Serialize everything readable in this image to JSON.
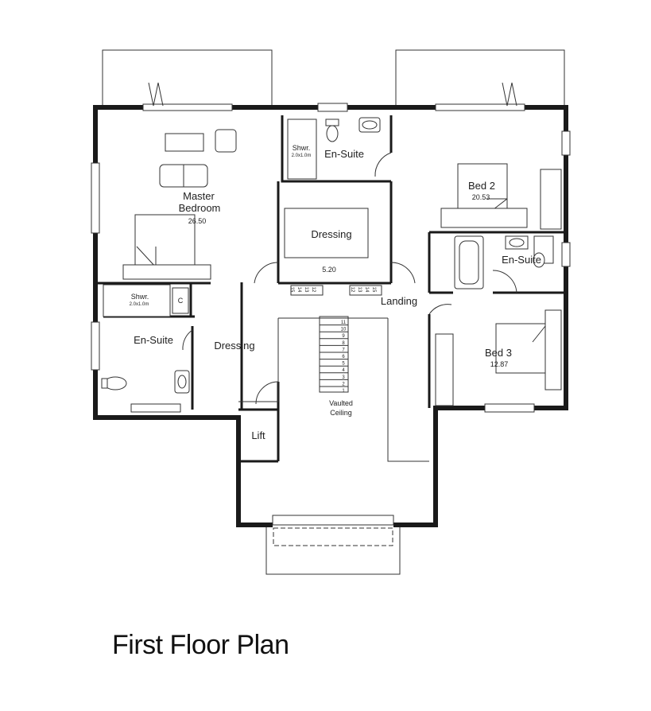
{
  "title": "First Floor Plan",
  "rooms": {
    "master_bedroom": {
      "line1": "Master",
      "line2": "Bedroom",
      "area": "26.50"
    },
    "ensuite_top": {
      "label": "En-Suite",
      "shower_label": "Shwr.",
      "shower_size": "2.0x1.0m"
    },
    "dressing_center": {
      "label": "Dressing",
      "area": "5.20"
    },
    "bed2": {
      "label": "Bed 2",
      "area": "20.53"
    },
    "ensuite_right": {
      "label": "En-Suite"
    },
    "ensuite_left": {
      "label": "En-Suite",
      "shower_label": "Shwr.",
      "shower_size": "2.0x1.0m",
      "cupboard": "C"
    },
    "dressing_left": {
      "label": "Dressing"
    },
    "landing": {
      "label": "Landing"
    },
    "bed3": {
      "label": "Bed 3",
      "area": "12.87"
    },
    "lift": {
      "label": "Lift"
    },
    "vaulted": {
      "line1": "Vaulted",
      "line2": "Ceiling"
    }
  },
  "stairs": {
    "main_steps": [
      "11",
      "10",
      "9",
      "8",
      "7",
      "6",
      "5",
      "4",
      "3",
      "2",
      "1"
    ],
    "left_steps": [
      "15",
      "14",
      "13",
      "12"
    ],
    "right_steps": [
      "12",
      "13",
      "14",
      "15"
    ]
  }
}
